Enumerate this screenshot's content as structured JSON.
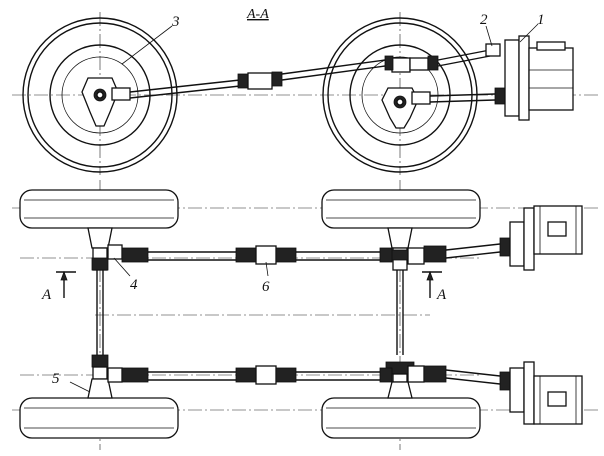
{
  "section_title": "А-А",
  "callouts": {
    "n1": "1",
    "n2": "2",
    "n3": "3",
    "n4": "4",
    "n5": "5",
    "n6": "6"
  },
  "section_markers": {
    "left": "А",
    "right": "А"
  }
}
